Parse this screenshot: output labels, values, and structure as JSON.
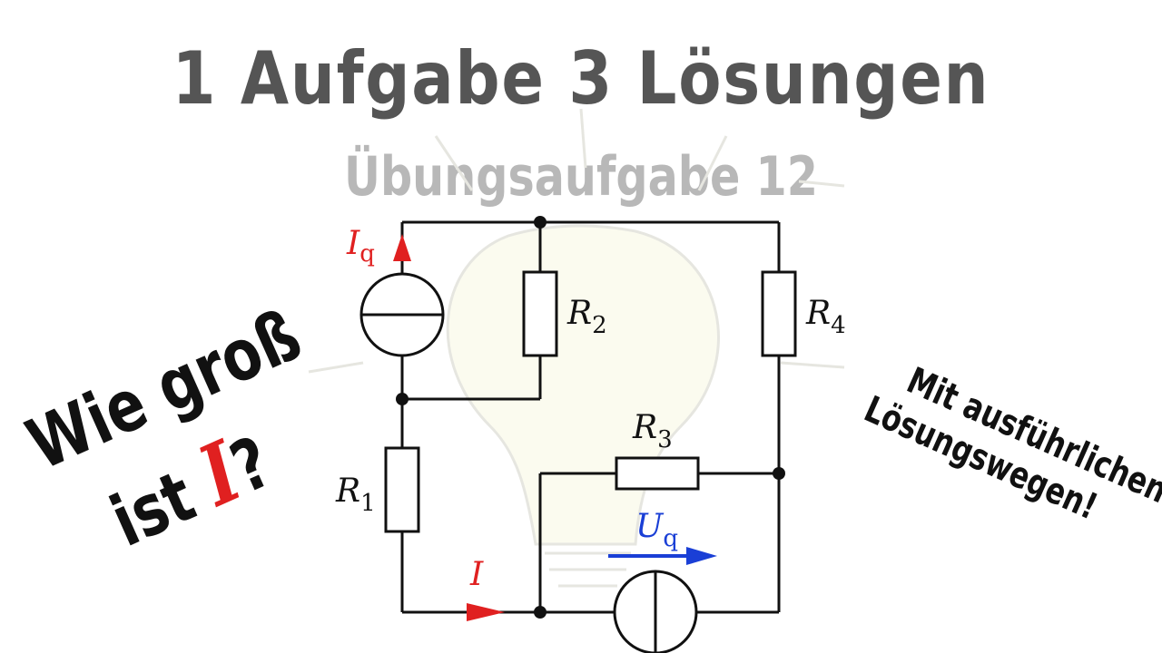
{
  "header": {
    "title": "1 Aufgabe 3 Lösungen",
    "subtitle": "Übungsaufgabe 12"
  },
  "question": {
    "line1": "Wie groß",
    "line2_prefix": "ist ",
    "line2_var": "I",
    "line2_suffix": "?"
  },
  "note": {
    "line1": "Mit ausführlichen",
    "line2": "Lösungswegen!"
  },
  "circuit": {
    "labels": {
      "iq": {
        "main": "I",
        "sub": "q"
      },
      "r1": {
        "main": "R",
        "sub": "1"
      },
      "r2": {
        "main": "R",
        "sub": "2"
      },
      "r3": {
        "main": "R",
        "sub": "3"
      },
      "r4": {
        "main": "R",
        "sub": "4"
      },
      "uq": {
        "main": "U",
        "sub": "q"
      },
      "i": {
        "main": "I"
      }
    },
    "colors": {
      "wire": "#111111",
      "current": "#e02020",
      "voltage": "#1a3fd6"
    }
  }
}
